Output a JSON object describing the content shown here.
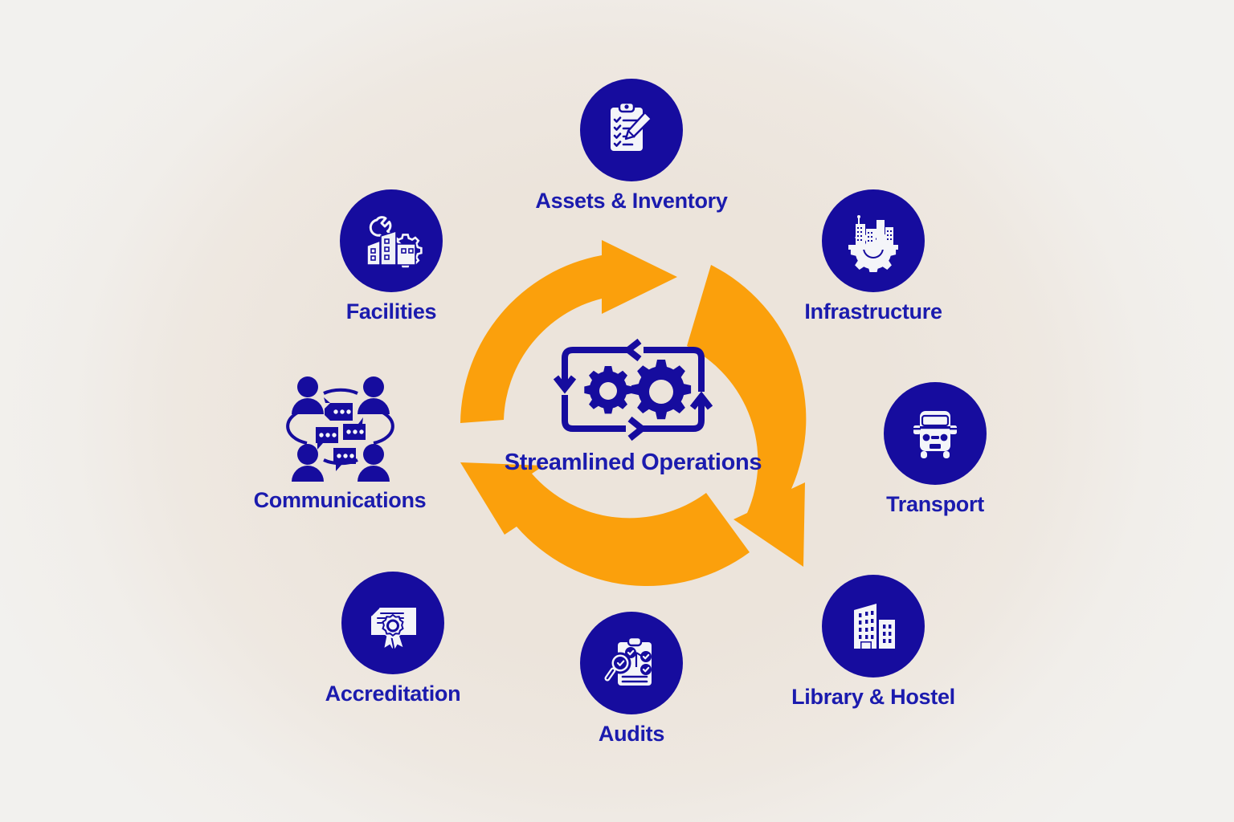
{
  "diagram": {
    "type": "cycle",
    "title": "Streamlined Operations",
    "background_color": "#ece4db",
    "accent_color": "#fba00c",
    "brand_color": "#160c9e",
    "text_color": "#1b1bae",
    "center": {
      "label": "Streamlined Operations",
      "icon": "gears-cycle-icon"
    },
    "ring": {
      "arrow_color": "#fba00c",
      "direction": "clockwise",
      "segment_count": 3
    },
    "nodes": [
      {
        "id": "assets",
        "label": "Assets & Inventory",
        "icon": "clipboard-checklist-pencil-icon",
        "has_circle": true
      },
      {
        "id": "infrastructure",
        "label": "Infrastructure",
        "icon": "city-skyline-gear-icon",
        "has_circle": true
      },
      {
        "id": "transport",
        "label": "Transport",
        "icon": "bus-front-icon",
        "has_circle": true
      },
      {
        "id": "library",
        "label": "Library & Hostel",
        "icon": "buildings-icon",
        "has_circle": true
      },
      {
        "id": "audits",
        "label": "Audits",
        "icon": "clipboard-magnifier-checks-icon",
        "has_circle": true
      },
      {
        "id": "accreditation",
        "label": "Accreditation",
        "icon": "certificate-award-icon",
        "has_circle": true
      },
      {
        "id": "communications",
        "label": "Communications",
        "icon": "people-speech-bubbles-icon",
        "has_circle": false
      },
      {
        "id": "facilities",
        "label": "Facilities",
        "icon": "buildings-wrench-gear-icon",
        "has_circle": true
      }
    ]
  }
}
